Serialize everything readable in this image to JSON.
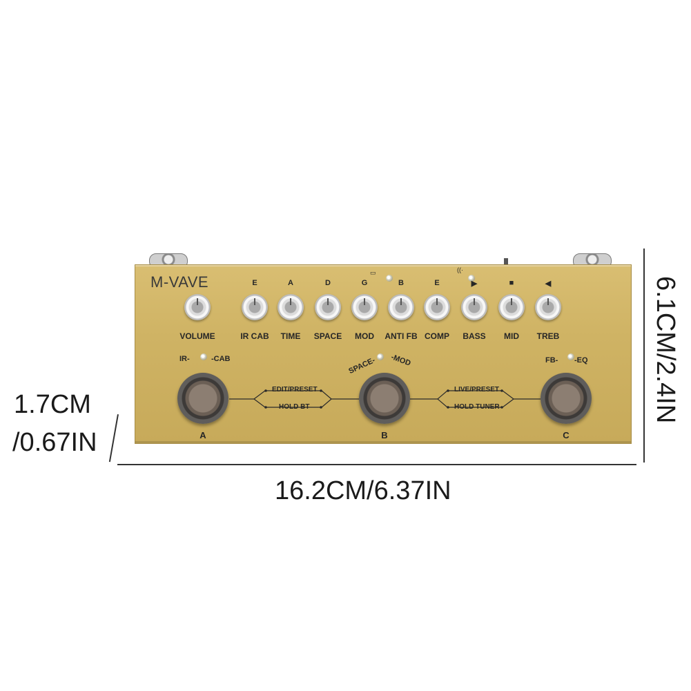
{
  "brand": "M-VAVE",
  "knobs": [
    {
      "label": "VOLUME",
      "top": ""
    },
    {
      "label": "IR CAB",
      "top": "E"
    },
    {
      "label": "TIME",
      "top": "A"
    },
    {
      "label": "SPACE",
      "top": "D"
    },
    {
      "label": "MOD",
      "top": "G"
    },
    {
      "label": "ANTI FB",
      "top": "B"
    },
    {
      "label": "COMP",
      "top": "E"
    },
    {
      "label": "BASS",
      "top": "▶"
    },
    {
      "label": "MID",
      "top": "■"
    },
    {
      "label": "TREB",
      "top": "◀"
    }
  ],
  "footswitches": [
    {
      "letter": "A",
      "label_left": "IR-",
      "label_right": "-CAB"
    },
    {
      "letter": "B",
      "label_left": "SPACE-",
      "label_right": "-MOD"
    },
    {
      "letter": "C",
      "label_left": "FB-",
      "label_right": "-EQ"
    }
  ],
  "functions": {
    "left_top": "EDIT/PRESET",
    "left_bottom": "HOLD BT",
    "right_top": "LIVE/PRESET",
    "right_bottom": "HOLD TUNER"
  },
  "dimensions": {
    "width": "16.2CM/6.37IN",
    "height": "6.1CM/2.4IN",
    "depth_line1": "1.7CM",
    "depth_line2": "/0.67IN"
  },
  "icons": [
    "battery-icon",
    "bluetooth-signal-icon"
  ]
}
